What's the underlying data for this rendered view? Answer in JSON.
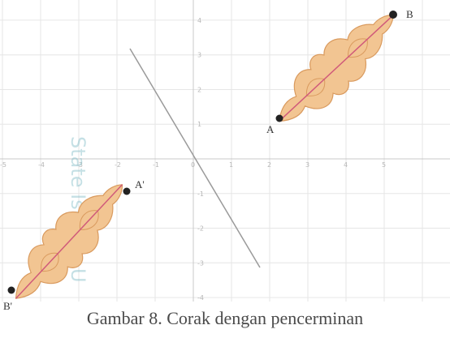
{
  "figure": {
    "caption": "Gambar 8. Corak dengan pencerminan",
    "watermark": "State Islamic U",
    "x_ticks": [
      "-5",
      "-4",
      "-3",
      "-2",
      "-1",
      "0",
      "1",
      "2",
      "3",
      "4",
      "5"
    ],
    "y_ticks": [
      "4",
      "3",
      "2",
      "1",
      "-1",
      "-2",
      "-3",
      "-4"
    ],
    "points": {
      "A": "A",
      "B": "B",
      "A_prime": "A'",
      "B_prime": "B'"
    },
    "colors": {
      "motif_fill": "#f2c592",
      "motif_stroke": "#d99a5e",
      "motif_line": "#d05a7a",
      "mirror_line": "#9a9a9a",
      "grid": "#e6e6e6",
      "axis": "#c8c8c8",
      "point": "#222222",
      "watermark": "#7fbcc6"
    }
  }
}
